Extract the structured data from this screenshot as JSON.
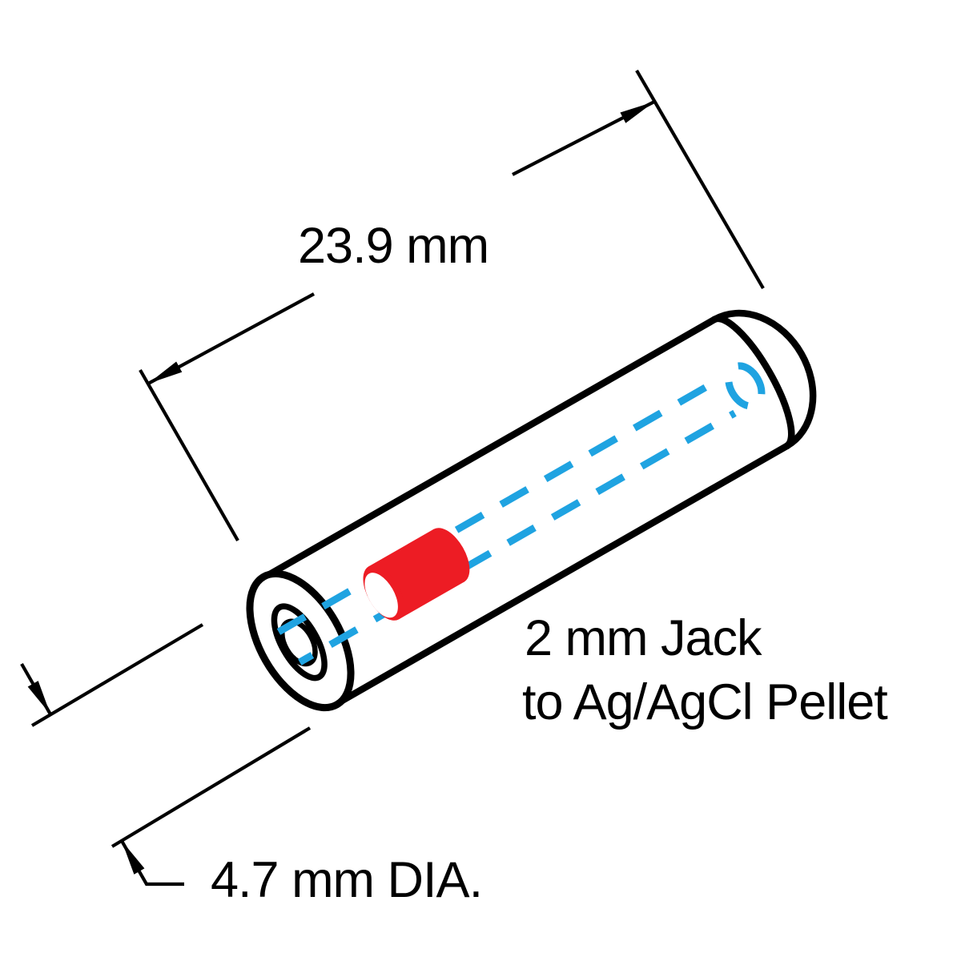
{
  "labels": {
    "length_dimension": "23.9 mm",
    "jack_line1": "2 mm Jack",
    "jack_line2": "to Ag/AgCl Pellet",
    "diameter_dimension": "4.7 mm DIA."
  },
  "colors": {
    "outline_black": "#000000",
    "pellet_red": "#ED1C24",
    "bore_blue": "#1FA3E1",
    "background": "#FFFFFF"
  }
}
